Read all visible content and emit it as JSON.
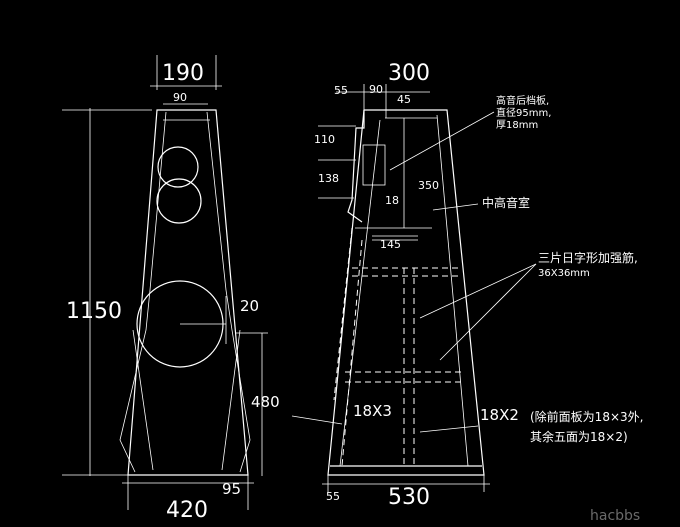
{
  "front_view": {
    "dims": {
      "top_outer": "190",
      "top_inner": "90",
      "height": "1150",
      "port_offset": "20",
      "port_height": "480",
      "base_width": "420",
      "base_step": "95"
    }
  },
  "side_view": {
    "dims": {
      "top_depth": "300",
      "top_a": "55",
      "top_b": "90",
      "top_c": "45",
      "tweeter_h": "110",
      "mid_h": "138",
      "chamber_h": "350",
      "chamber_wall": "18",
      "chamber_width": "145",
      "front_layers": "18X3",
      "other_layers": "18X2",
      "base_offset": "55",
      "base_depth": "530"
    },
    "notes": {
      "rear_board": [
        "高音后档板,",
        "直径95mm,",
        "厚18mm"
      ],
      "mid_chamber": "中高音室",
      "braces": [
        "三片日字形加强筋,",
        "36X36mm"
      ],
      "panels": [
        "(除前面板为18×3外,",
        "其余五面为18×2)"
      ]
    }
  },
  "watermark": "hacbbs"
}
